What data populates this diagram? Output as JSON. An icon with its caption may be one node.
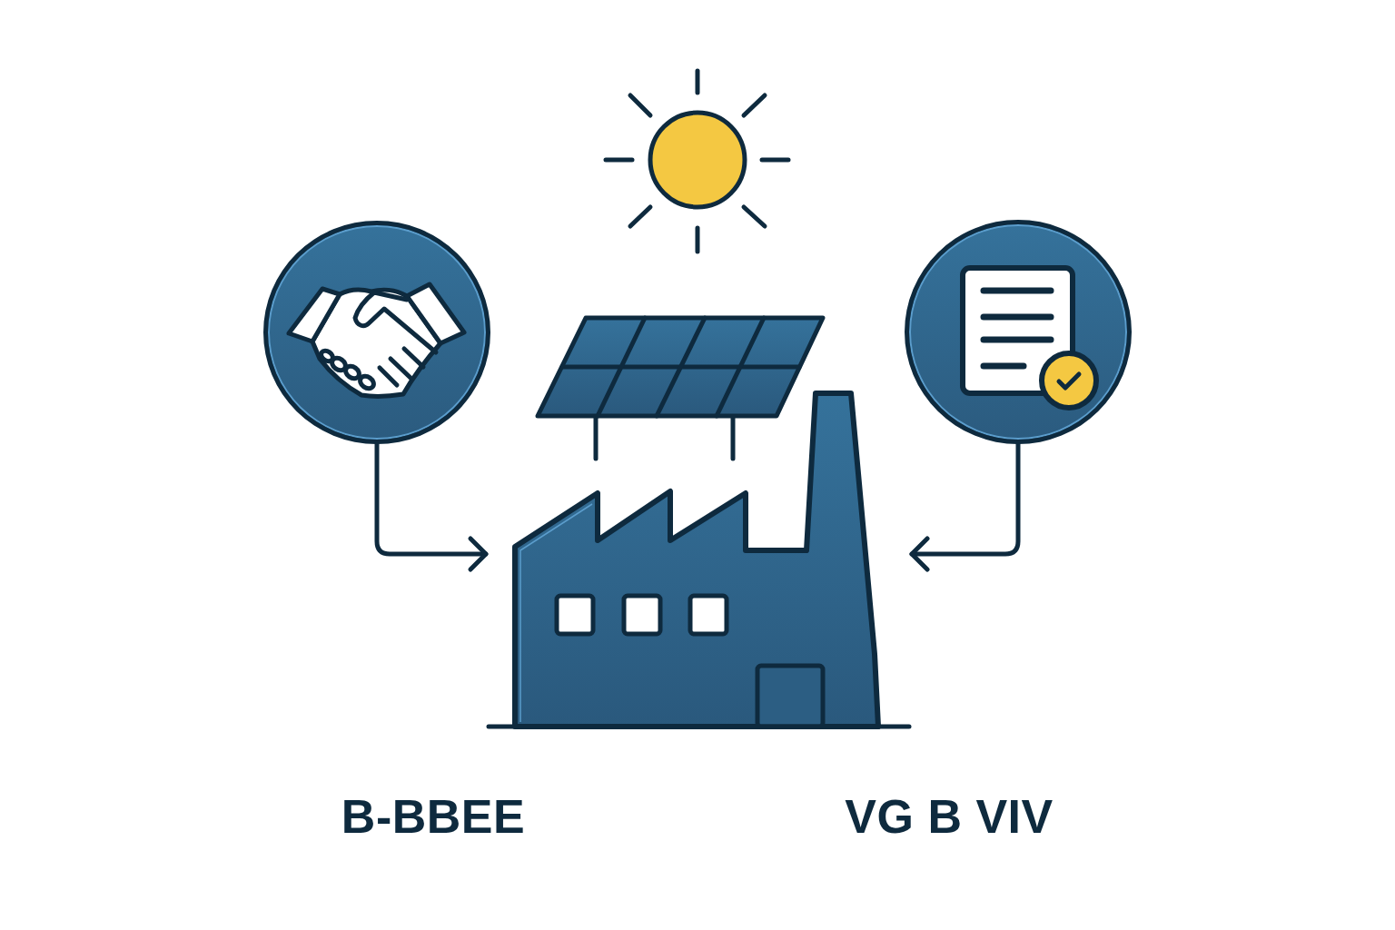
{
  "diagram": {
    "nodes": [
      {
        "text": [],
        "shape": "circle"
      },
      {
        "text": [],
        "shape": "picture"
      },
      {
        "text": [],
        "shape": "circle"
      }
    ],
    "edges": [
      {
        "from": 0,
        "to": 1,
        "arrow": "to"
      },
      {
        "from": 2,
        "to": 1,
        "arrow": "to"
      }
    ],
    "labels": [
      "B-BBEE",
      "VG B VIV"
    ]
  }
}
